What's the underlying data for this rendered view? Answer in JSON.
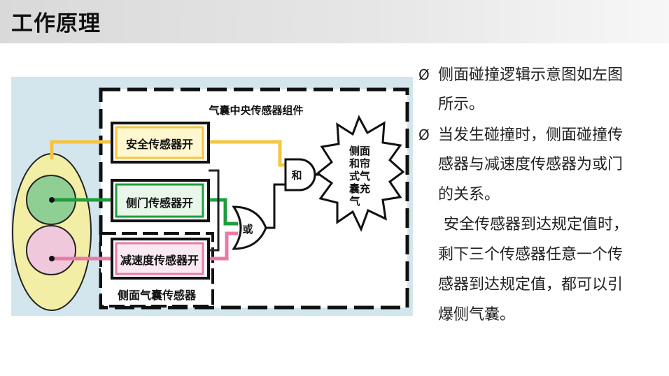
{
  "slide": {
    "title": "工作原理"
  },
  "diagram": {
    "module_label": "气囊中央传感器组件",
    "safety_sensor": "安全传感器开",
    "door_sensor": "侧门传感器开",
    "decel_sensor": "减速度传感器开",
    "side_sensor_group": "侧面气囊传感器",
    "and_gate": "和",
    "or_gate": "或",
    "airbag_lines": [
      "侧面",
      "和帘",
      "式气",
      "囊充",
      "气"
    ],
    "colors": {
      "background": "#d3e6ee",
      "safety_wire": "#f5c542",
      "door_wire": "#1e9e3e",
      "decel_wire": "#e87aa8",
      "oval": "#f2eea6",
      "green_circle": "#8fcf94",
      "pink_circle": "#f0c8dc"
    }
  },
  "bullets": {
    "marker": "Ø",
    "b1_line1": "侧面碰撞逻辑示意图如左图",
    "b1_line2": "所示。",
    "b2_line1": "当发生碰撞时，侧面碰撞传",
    "b2_line2": "感器与减速度传感器为或门",
    "b2_line3": "的关系。",
    "p_line1": "安全传感器到达规定值时，",
    "p_line2": "剩下三个传感器任意一个传",
    "p_line3": "感器到达规定值，都可以引",
    "p_line4": "爆侧气囊。"
  }
}
